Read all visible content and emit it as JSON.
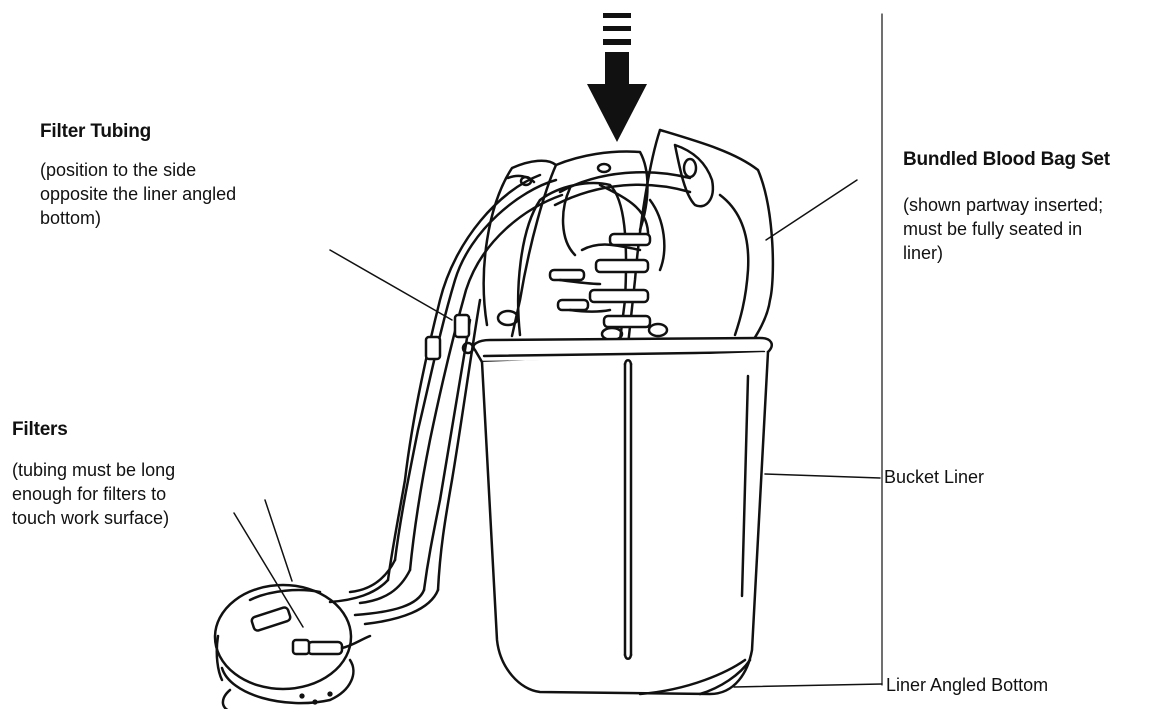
{
  "callouts": {
    "filter_tubing": {
      "title": "Filter Tubing",
      "note": "(position to the side\nopposite the liner angled\nbottom)"
    },
    "bundled_blood_bag_set": {
      "title": "Bundled Blood Bag Set",
      "note": "(shown partway inserted;\nmust be fully seated in\nliner)"
    },
    "filters": {
      "title": "Filters",
      "note": "(tubing must be long\nenough for filters to\ntouch work surface)"
    },
    "bucket_liner": {
      "text": "Bucket Liner"
    },
    "liner_angled_bottom": {
      "text": "Liner Angled Bottom"
    }
  },
  "colors": {
    "ink": "#111111",
    "background": "#ffffff"
  },
  "icons": {
    "insert_arrow": "down-arrow-icon"
  }
}
